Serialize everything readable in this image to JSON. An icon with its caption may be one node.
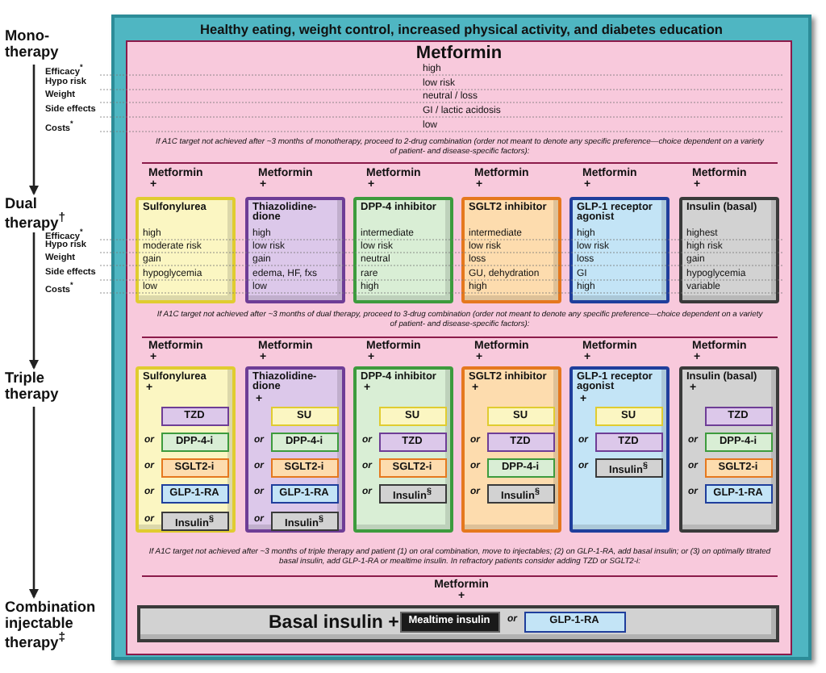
{
  "diagram": {
    "nodes": [
      {
        "text": [
          "Healthy eating, weight control, increased physical activity, and diabetes education"
        ]
      },
      {
        "text": [
          "Metformin"
        ],
        "in": 0
      },
      {
        "text": [
          "Mono-therapy"
        ]
      },
      {
        "text": [
          "Dual therapy$^{†}$"
        ]
      },
      {
        "text": [
          "Triple therapy"
        ]
      },
      {
        "text": [
          "Combination injectable therapy$^{‡}$"
        ]
      },
      {
        "text": [
          "Sulfonylurea",
          "high",
          "moderate risk",
          "gain",
          "hypoglycemia",
          "low"
        ],
        "in": 1
      },
      {
        "text": [
          "Thiazolidine-dione",
          "high",
          "low risk",
          "gain",
          "edema, HF, fxs",
          "low"
        ],
        "in": 1
      },
      {
        "text": [
          "DPP-4 inhibitor",
          "intermediate",
          "low risk",
          "neutral",
          "rare",
          "high"
        ],
        "in": 1
      },
      {
        "text": [
          "SGLT2 inhibitor",
          "intermediate",
          "low risk",
          "loss",
          "GU, dehydration",
          "high"
        ],
        "in": 1
      },
      {
        "text": [
          "GLP-1 receptor agonist",
          "high",
          "low risk",
          "loss",
          "GI",
          "high"
        ],
        "in": 1
      },
      {
        "text": [
          "Insulin (basal)",
          "highest",
          "high risk",
          "gain",
          "hypoglycemia",
          "variable"
        ],
        "in": 1
      },
      {
        "text": [
          "Sulfonylurea",
          "+"
        ],
        "in": 1
      },
      {
        "text": [
          "TZD"
        ],
        "in": 12
      },
      {
        "text": [
          "DPP-4-i"
        ],
        "in": 12,
        "beside": [
          "or"
        ]
      },
      {
        "text": [
          "SGLT2-i"
        ],
        "in": 12,
        "beside": [
          "or"
        ]
      },
      {
        "text": [
          "GLP-1-RA"
        ],
        "in": 12,
        "beside": [
          "or"
        ]
      },
      {
        "text": [
          "Insulin$^{§}$"
        ],
        "in": 12,
        "beside": [
          "or"
        ]
      },
      {
        "text": [
          "Thiazolidine-dione",
          "+"
        ],
        "in": 1
      },
      {
        "text": [
          "SU"
        ],
        "in": 18
      },
      {
        "text": [
          "DPP-4-i"
        ],
        "in": 18,
        "beside": [
          "or"
        ]
      },
      {
        "text": [
          "SGLT2-i"
        ],
        "in": 18,
        "beside": [
          "or"
        ]
      },
      {
        "text": [
          "GLP-1-RA"
        ],
        "in": 18,
        "beside": [
          "or"
        ]
      },
      {
        "text": [
          "Insulin$^{§}$"
        ],
        "in": 18,
        "beside": [
          "or"
        ]
      },
      {
        "text": [
          "DPP-4 inhibitor",
          "+"
        ],
        "in": 1
      },
      {
        "text": [
          "SU"
        ],
        "in": 24
      },
      {
        "text": [
          "TZD"
        ],
        "in": 24,
        "beside": [
          "or"
        ]
      },
      {
        "text": [
          "SGLT2-i"
        ],
        "in": 24,
        "beside": [
          "or"
        ]
      },
      {
        "text": [
          "Insulin$^{§}$"
        ],
        "in": 24,
        "beside": [
          "or"
        ]
      },
      {
        "text": [
          "SGLT2 inhibitor",
          "+"
        ],
        "in": 1
      },
      {
        "text": [
          "SU"
        ],
        "in": 29
      },
      {
        "text": [
          "TZD"
        ],
        "in": 29,
        "beside": [
          "or"
        ]
      },
      {
        "text": [
          "DPP-4-i"
        ],
        "in": 29,
        "beside": [
          "or"
        ]
      },
      {
        "text": [
          "Insulin$^{§}$"
        ],
        "in": 29,
        "beside": [
          "or"
        ]
      },
      {
        "text": [
          "GLP-1 receptor agonist",
          "+"
        ],
        "in": 1
      },
      {
        "text": [
          "SU"
        ],
        "in": 34
      },
      {
        "text": [
          "TZD"
        ],
        "in": 34,
        "beside": [
          "or"
        ]
      },
      {
        "text": [
          "Insulin$^{§}$"
        ],
        "in": 34,
        "beside": [
          "or"
        ]
      },
      {
        "text": [
          "Insulin (basal)",
          "+"
        ],
        "in": 1
      },
      {
        "text": [
          "TZD"
        ],
        "in": 38
      },
      {
        "text": [
          "DPP-4-i"
        ],
        "in": 38,
        "beside": [
          "or"
        ]
      },
      {
        "text": [
          "SGLT2-i"
        ],
        "in": 38,
        "beside": [
          "or"
        ]
      },
      {
        "text": [
          "GLP-1-RA"
        ],
        "in": 38,
        "beside": [
          "or"
        ]
      },
      {
        "text": [
          "Basal insulin +"
        ],
        "in": 1
      },
      {
        "text": [
          "Mealtime insulin"
        ],
        "in": 43
      },
      {
        "text": [
          "GLP-1-RA"
        ],
        "in": 43,
        "beside": [
          "or"
        ]
      }
    ],
    "edges": [
      {
        "from": 2,
        "to": 3,
        "arrow": "to"
      },
      {
        "from": 3,
        "to": 4,
        "arrow": "to"
      },
      {
        "from": 4,
        "to": 5,
        "arrow": "to"
      }
    ],
    "labels": [
      "Efficacy$^{*}$",
      "high",
      "Hypo risk",
      "low risk",
      "Weight",
      "neutral / loss",
      "Side effects",
      "GI / lactic acidosis",
      "Costs$^{*}$",
      "low",
      "If A1C target not achieved after ~3 months of monotherapy, proceed to 2-drug combination (order not meant to denote any specific preference—choice dependent on a variety of patient- and disease-specific factors):",
      "Metformin",
      "+",
      "Metformin",
      "+",
      "Metformin",
      "+",
      "Metformin",
      "+",
      "Metformin",
      "+",
      "Metformin",
      "+",
      "Efficacy$^{*}$",
      "Hypo risk",
      "Weight",
      "Side effects",
      "Costs$^{*}$",
      "If A1C target not achieved after ~3 months of dual therapy, proceed to 3-drug combination (order not meant to denote any specific preference—choice dependent on a variety of patient- and disease-specific factors):",
      "Metformin",
      "+",
      "Metformin",
      "+",
      "Metformin",
      "+",
      "Metformin",
      "+",
      "Metformin",
      "+",
      "Metformin",
      "+",
      "If A1C target not achieved after ~3 months of triple therapy and patient (1) on oral combination, move to injectables; (2) on GLP-1-RA, add basal insulin; or (3) on optimally titrated basal insulin, add GLP-1-RA or mealtime insulin. In refractory patients consider adding TZD or SGLT2-i:",
      "Metformin",
      "+"
    ]
  }
}
